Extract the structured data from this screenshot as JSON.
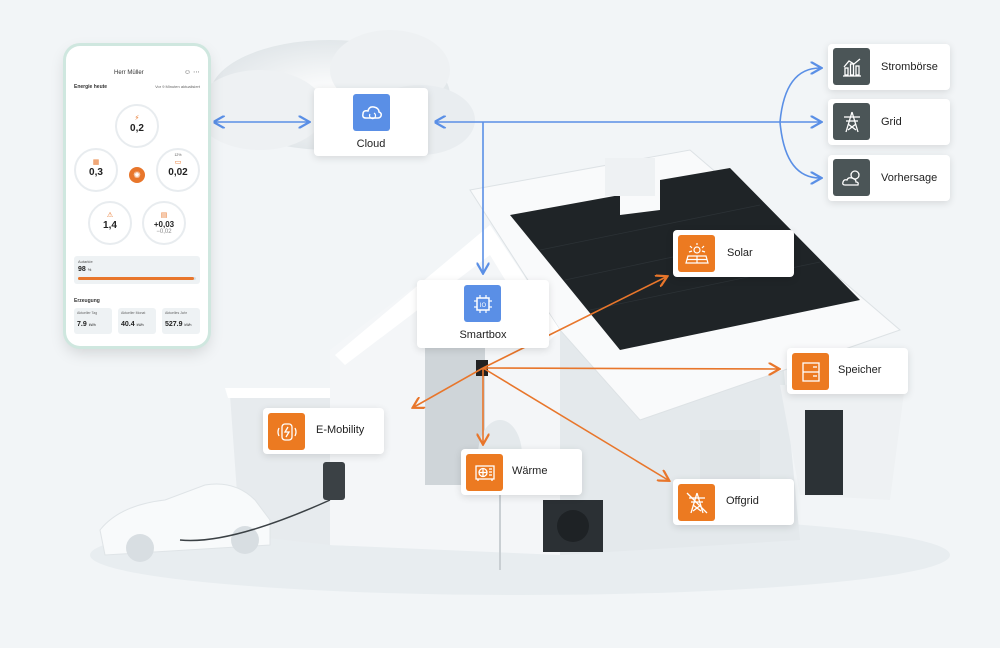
{
  "colors": {
    "orange": "#ec7a21",
    "blue": "#5a8fe6",
    "dark_gray": "#4b5557",
    "arrow_blue": "#5a8fe6",
    "arrow_orange": "#e8762b"
  },
  "phone": {
    "user": "Herr Müller",
    "icons": [
      "chat-icon",
      "more-icon"
    ],
    "energy_label": "Energie heute",
    "update_text": "Vor 9 Minuten aktualisiert",
    "circles": {
      "top": {
        "value": "0,2",
        "icon": "grid-icon"
      },
      "left": {
        "value": "0,3",
        "icon": "solar-panel-icon"
      },
      "right": {
        "value": "0,02",
        "icon": "battery-icon",
        "percent": "12%"
      },
      "bottom_left": {
        "value": "1,4",
        "icon": "pylon-icon"
      },
      "bottom_right": {
        "value": "+0,03",
        "sub": "−0,02",
        "icon": "storage-icon"
      }
    },
    "autarkie": {
      "label": "Autarkie",
      "value": "98",
      "unit": "%",
      "fill": 0.98
    },
    "erzeugung_label": "Erzeugung",
    "stats": [
      {
        "label": "Aktueller Tag",
        "value": "7.9",
        "unit": "kWh"
      },
      {
        "label": "Aktueller Monat",
        "value": "40.4",
        "unit": "kWh"
      },
      {
        "label": "Aktuelles Jahr",
        "value": "527.9",
        "unit": "kWh"
      }
    ]
  },
  "nodes": {
    "cloud": {
      "label": "Cloud",
      "icon": "cloud-sync-icon"
    },
    "smartbox": {
      "label": "Smartbox",
      "icon": "chip-icon"
    },
    "stromboerse": {
      "label": "Strombörse",
      "icon": "bar-chart-icon"
    },
    "grid": {
      "label": "Grid",
      "icon": "power-pylon-icon"
    },
    "vorhersage": {
      "label": "Vorhersage",
      "icon": "weather-icon"
    },
    "solar": {
      "label": "Solar",
      "icon": "solar-panel-icon"
    },
    "speicher": {
      "label": "Speicher",
      "icon": "battery-storage-icon"
    },
    "emobility": {
      "label": "E-Mobility",
      "icon": "ev-charger-icon"
    },
    "waerme": {
      "label": "Wärme",
      "icon": "heat-pump-icon"
    },
    "offgrid": {
      "label": "Offgrid",
      "icon": "offgrid-pylon-icon"
    }
  }
}
